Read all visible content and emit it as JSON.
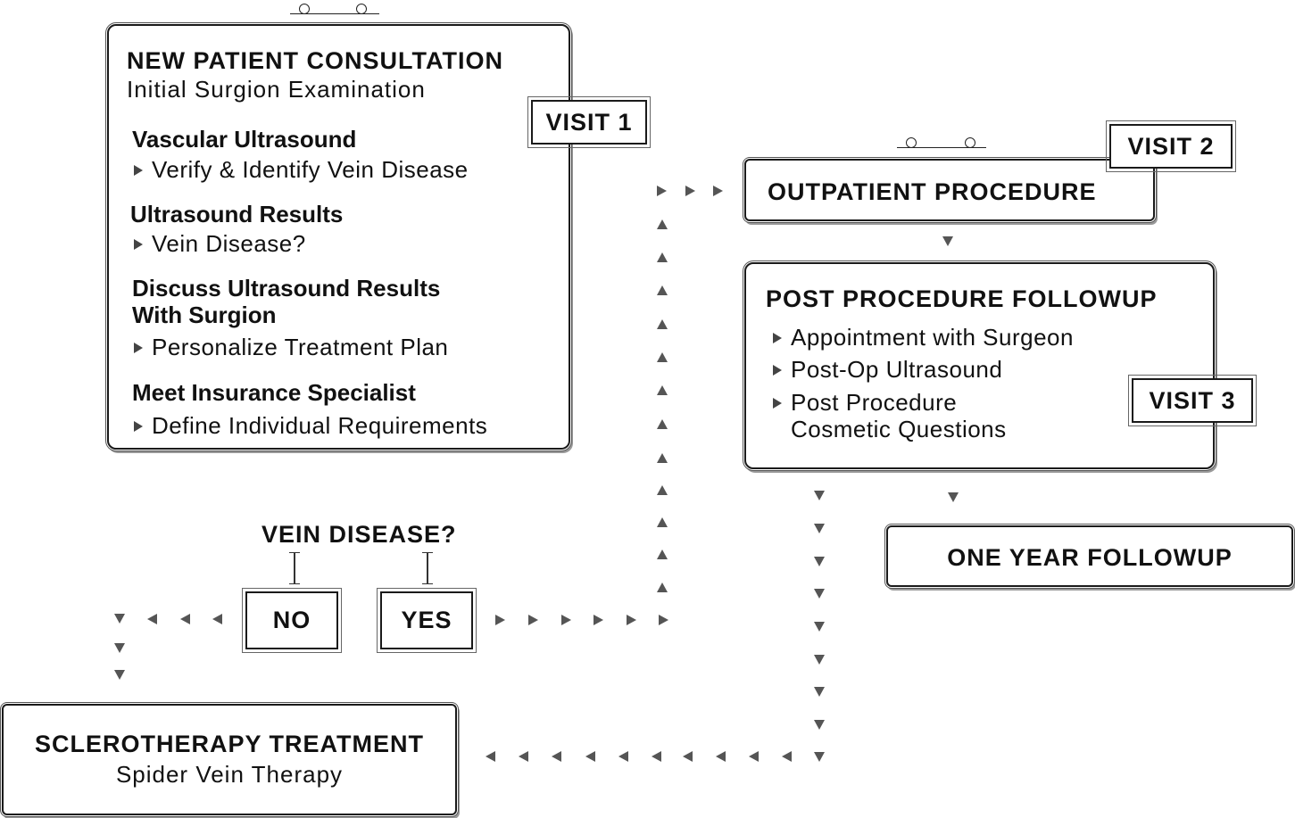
{
  "consultation": {
    "title": "NEW PATIENT CONSULTATION",
    "subtitle": "Initial Surgion Examination",
    "visit_tag": "VISIT 1",
    "sections": [
      {
        "heading": "Vascular Ultrasound",
        "bullets": [
          "Verify & Identify Vein Disease"
        ]
      },
      {
        "heading": "Ultrasound Results",
        "bullets": [
          "Vein Disease?"
        ]
      },
      {
        "heading": "Discuss Ultrasound Results\nWith Surgion",
        "bullets": [
          "Personalize Treatment Plan"
        ]
      },
      {
        "heading": "Meet Insurance Specialist",
        "bullets": [
          "Define Individual Requirements"
        ]
      }
    ]
  },
  "outpatient": {
    "title": "OUTPATIENT PROCEDURE",
    "visit_tag": "VISIT 2"
  },
  "followup": {
    "title": "POST PROCEDURE FOLLOWUP",
    "visit_tag": "VISIT 3",
    "bullets": [
      "Appointment with Surgeon",
      "Post-Op Ultrasound",
      "Post Procedure\nCosmetic Questions"
    ]
  },
  "one_year": {
    "title": "ONE YEAR FOLLOWUP"
  },
  "decision": {
    "question": "VEIN DISEASE?",
    "no_label": "NO",
    "yes_label": "YES"
  },
  "sclerotherapy": {
    "title": "SCLEROTHERAPY TREATMENT",
    "subtitle": "Spider Vein Therapy"
  },
  "icons": {
    "bullet": "triangle-right-icon",
    "arrow": "triangle-arrow-icon",
    "clip": "clipboard-clip-icon"
  }
}
